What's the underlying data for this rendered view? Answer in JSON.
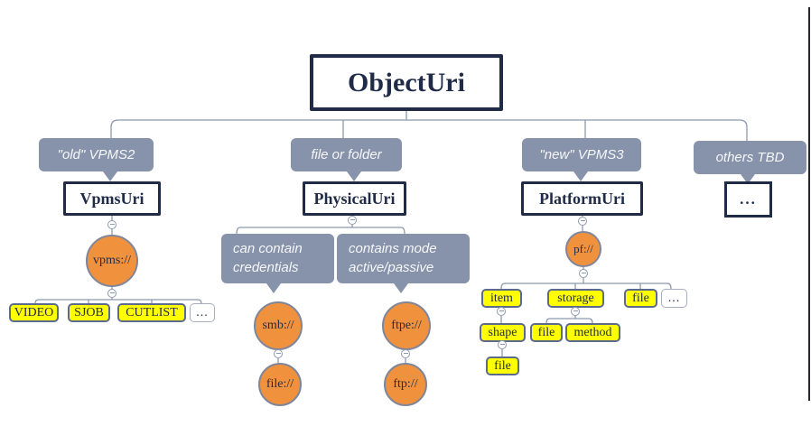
{
  "colors": {
    "slate": "#8793aa",
    "orange": "#f0913e",
    "yellow": "#ffff00",
    "navy": "#1f2b47",
    "line": "#8e99ae",
    "leafborder": "#5c6b8c"
  },
  "root": {
    "label": "ObjectUri"
  },
  "branches": {
    "old_vpms2": {
      "callout": "\"old\" VPMS2",
      "class_box": "VpmsUri",
      "scheme": "vpms://",
      "object_types": [
        "VIDEO",
        "SJOB",
        "CUTLIST",
        "..."
      ]
    },
    "file_or_folder": {
      "callout": "file or folder",
      "class_box": "PhysicalUri",
      "notes": [
        "can contain\ncredentials",
        "contains mode\nactive/passive"
      ],
      "schemes": [
        "smb://",
        "ftpe://"
      ],
      "sub_schemes": [
        "file://",
        "ftp://"
      ]
    },
    "new_vpms3": {
      "callout": "\"new\" VPMS3",
      "class_box": "PlatformUri",
      "scheme": "pf://",
      "segments": [
        "item",
        "storage",
        "file",
        "..."
      ],
      "item_children": [
        "shape"
      ],
      "shape_children": [
        "file"
      ],
      "storage_children": [
        "file",
        "method"
      ]
    },
    "others": {
      "callout": "others TBD",
      "class_box": "..."
    }
  }
}
